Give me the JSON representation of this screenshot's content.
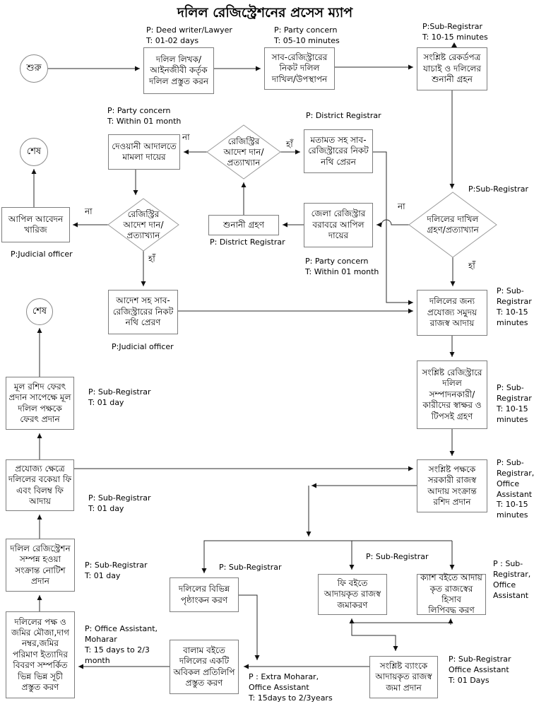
{
  "title": "দলিল রেজিস্ট্রেশনের প্রসেস ম্যাপ",
  "terminals": {
    "start": "শুরু",
    "end_top": "শেষ",
    "end_mid": "শেষ"
  },
  "nodes": {
    "deed_writer": {
      "text": "দলিল লিখক/\nআইনজীবী কর্তৃক\nদলিল প্রস্তুত করন"
    },
    "submit_sr": {
      "text": "সাব-রেজিস্ট্রারের\nনিকট দলিল\nদাখিল/উপস্থাপন"
    },
    "verify_records": {
      "text": "সংশ্লিষ্ট রেকর্ডপত্র\nযাচাই ও দলিলের\nশুনানী গ্রহন"
    },
    "dewani_case": {
      "text": "দেওয়ানী আদালতে\nমামলা দায়ের"
    },
    "motamot": {
      "text": "মতামত সহ সাব-\nরেজিস্ট্রারের নিকট\nনথি প্রেরন"
    },
    "shunani": {
      "text": "শুনানী গ্রহণ"
    },
    "zila_appeal": {
      "text": "জেলা রেজিস্ট্রার\nবরাবরে আপিল\nদায়ের"
    },
    "appeal_reject": {
      "text": "আপিল আবেদন\nখারিজ"
    },
    "adesh_soho": {
      "text": "আদেশ সহ সাব-\nরেজিস্ট্রারের নিকট\nনথি প্রেরণ"
    },
    "revenue_collect": {
      "text": "দলিলের জন্য\nপ্রযোজ্য সমুদয়\nরাজস্ব আদায়"
    },
    "signature": {
      "text": "সংশ্লিষ্ট রেজিস্ট্রারে\nদলিল\nসম্পাদনকারী/\nকারীদের স্বাক্ষর ও\nটিপসই গ্রহণ"
    },
    "receipt": {
      "text": "সংশ্লিষ্ট পক্ষকে\nসরকারী রাজস্ব\nআদায় সংক্রান্ত\nরশিদ প্রদান"
    },
    "mul_roshid": {
      "text": "মূল রশিদ ফেরৎ\nপ্রদান সাপেক্ষে মূল\nদলিল পক্ষকে\nফেরৎ প্রদান"
    },
    "bokeya_fee": {
      "text": "প্রযোজ্য ক্ষেত্রে\nদলিলের বকেয়া ফি\nএবং বিলম্ব ফি\nআদায়"
    },
    "notice": {
      "text": "দলিল রেজিস্ট্রেশন\nসম্পন্ন হওয়া\nসংক্রান্ত নোটিশ\nপ্রদান"
    },
    "suchi": {
      "text": "দলিলের পক্ষ ও\nজমির মৌজা,দাগ\nনম্বর,জমির\nপরিমাণ ইত্যাদির\nবিবরণ সম্পর্কিত\nভিন্ন ভিন্ন সূচী\nপ্রস্তুত করণ"
    },
    "prishthankon": {
      "text": "দলিলের বিভিন্ন\nপৃষ্ঠাংকন করণ"
    },
    "fee_boi": {
      "text": "ফি বইতে\nআদায়কৃত রাজস্ব\nজমাকরণ"
    },
    "cash_boi": {
      "text": "ক্যাশ বইতে আদায়\nকৃত রাজস্বের হিসাব\nলিপিবদ্ধ করণ"
    },
    "bank": {
      "text": "সংশ্লিষ্ট ব্যাংকে\nআদায়কৃত রাজস্ব\nজমা প্রদান"
    },
    "balam": {
      "text": "বালাম বইতে\nদলিলের একটি\nঅবিকল প্রতিলিপি\nপ্রস্তুত করণ"
    }
  },
  "decisions": {
    "registry_order_1": {
      "text": "রেজিস্ট্রির\nআদেশ দান/\nপ্রত্যাখ্যান"
    },
    "registry_order_2": {
      "text": "রেজিস্ট্রির\nআদেশ দান/\nপ্রত্যাখ্যান"
    },
    "dakhil": {
      "text": "দলিলের দাখিল\nগ্রহণ/প্রত্যাখ্যান"
    }
  },
  "branch_labels": {
    "no1": "না",
    "yes1": "হাঁ",
    "no2": "না",
    "yes2": "হাঁ",
    "no3": "না",
    "yes3": "হাঁ"
  },
  "annotations": {
    "deed": "P: Deed writer/Lawyer\nT: 01-02 days",
    "party1": "P: Party concern\nT: 05-10 minutes",
    "sr1": "P:Sub-Registrar\nT: 10-15 minutes",
    "party2": "P: Party concern\nT: Within 01 month",
    "dr1": "P: District Registrar",
    "sr2": "P:Sub-Registrar",
    "dr2": "P: District Registrar",
    "party3": "P: Party concern\nT: Within 01 month",
    "jud1": "P:Judicial officer",
    "jud2": "P:Judicial officer",
    "sr3": "P: Sub-\nRegistrar\nT: 10-15\nminutes",
    "sr4": "P: Sub-\nRegistrar\nT: 10-15\nminutes",
    "sr5": "P: Sub-Registrar\nT: 01 day",
    "sr6": "P: Sub-Registrar\nT: 01 day",
    "sr7": "P: Sub-\nRegistrar,\nOffice\nAssistant\nT: 10-15\nminutes",
    "sr8": "P: Sub-Registrar\nT: 01 day",
    "oa": "P: Office Assistant,\nMoharar\nT: 15 days to 2/3\nmonth",
    "sr9": "P: Sub-Registrar",
    "sr10": "P: Sub-Registrar",
    "sr11": "P : Sub-\nRegistrar,\nOffice\nAssistant",
    "sr12": "P: Sub-Registrar\nOffice Assistant\nT: 01 Days",
    "em": "P : Extra Moharar,\nOffice Assistant\nT: 15days to 2/3years"
  },
  "colors": {
    "line": "#2b2b2b",
    "box_border": "#7d7d7d",
    "diamond_border": "#9a9a9a"
  }
}
